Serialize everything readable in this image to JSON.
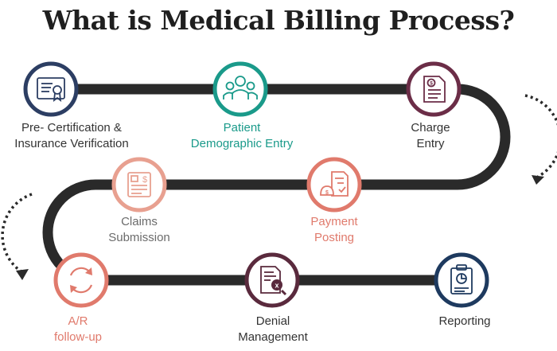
{
  "title": "What is Medical Billing Process?",
  "colors": {
    "track": "#2a2a2a",
    "dark_blue": "#2c3e63",
    "teal": "#1a9a8a",
    "maroon": "#6b2d47",
    "salmon": "#e07a6c",
    "light_salmon": "#e8a090",
    "plum": "#5a2a3d",
    "navy": "#1e3a5f",
    "text_dark": "#333333"
  },
  "steps": [
    {
      "id": "pre-certification",
      "line1": "Pre- Certification &",
      "line2": "Insurance Verification",
      "icon": "certificate-icon",
      "color": "#2c3e63",
      "text_color": "#333333"
    },
    {
      "id": "patient-demographic-entry",
      "line1": "Patient",
      "line2": "Demographic Entry",
      "icon": "patients-group-icon",
      "color": "#1a9a8a",
      "text_color": "#1a9a8a"
    },
    {
      "id": "charge-entry",
      "line1": "Charge",
      "line2": "Entry",
      "icon": "invoice-document-icon",
      "color": "#6b2d47",
      "text_color": "#333333"
    },
    {
      "id": "claims-submission",
      "line1": "Claims",
      "line2": "Submission",
      "icon": "claim-form-icon",
      "color": "#e8a090",
      "text_color": "#6b6b6b"
    },
    {
      "id": "payment-posting",
      "line1": "Payment",
      "line2": "Posting",
      "icon": "payment-document-icon",
      "color": "#e07a6c",
      "text_color": "#e07a6c"
    },
    {
      "id": "ar-follow-up",
      "line1": "A/R",
      "line2": "follow-up",
      "icon": "refresh-cycle-icon",
      "color": "#e07a6c",
      "text_color": "#e07a6c"
    },
    {
      "id": "denial-management",
      "line1": "Denial",
      "line2": "Management",
      "icon": "denied-document-icon",
      "color": "#5a2a3d",
      "text_color": "#333333"
    },
    {
      "id": "reporting",
      "line1": "Reporting",
      "line2": "",
      "icon": "clipboard-report-icon",
      "color": "#1e3a5f",
      "text_color": "#333333"
    }
  ]
}
